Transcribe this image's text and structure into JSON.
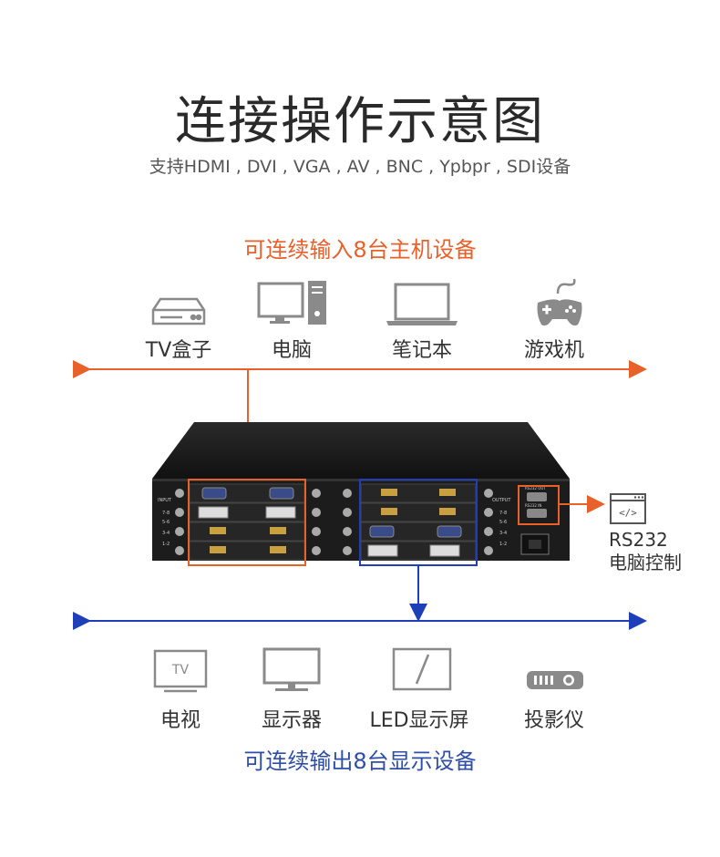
{
  "title": "连接操作示意图",
  "subtitle": "支持HDMI , DVI , VGA , AV , BNC , Ypbpr , SDI设备",
  "input_section": {
    "heading": "可连续输入8台主机设备",
    "devices": [
      {
        "label": "TV盒子",
        "icon": "tv-box-icon"
      },
      {
        "label": "电脑",
        "icon": "desktop-computer-icon"
      },
      {
        "label": "笔记本",
        "icon": "laptop-icon"
      },
      {
        "label": "游戏机",
        "icon": "gamepad-icon"
      }
    ]
  },
  "output_section": {
    "heading": "可连续输出8台显示设备",
    "devices": [
      {
        "label": "电视",
        "icon": "tv-icon",
        "icon_text": "TV"
      },
      {
        "label": "显示器",
        "icon": "monitor-icon"
      },
      {
        "label": "LED显示屏",
        "icon": "led-screen-icon"
      },
      {
        "label": "投影仪",
        "icon": "projector-icon"
      }
    ]
  },
  "rs232": {
    "line1": "RS232",
    "line2": "电脑控制",
    "icon": "code-window-icon",
    "icon_text": "</>"
  },
  "device_panel": {
    "input_label": "INPUT",
    "output_label": "OUTPUT",
    "row_labels": [
      "7-8",
      "5-6",
      "3-4",
      "1-2"
    ],
    "rs_out_label": "RS232 OUT",
    "rs_in_label": "RS232 IN"
  },
  "colors": {
    "input_accent": "#e8602a",
    "output_accent": "#1f3fb8",
    "device_body": "#1c1c1c",
    "icon_gray": "#8a8a8a"
  }
}
